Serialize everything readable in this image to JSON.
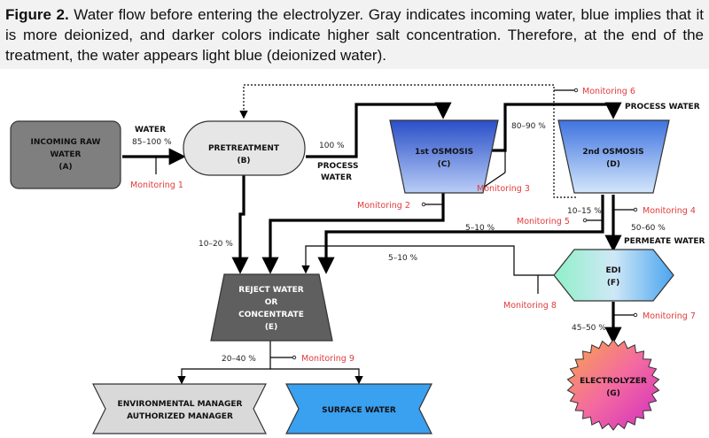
{
  "caption": {
    "label": "Figure 2.",
    "text": " Water flow before entering the electrolyzer. Gray indicates incoming water, blue implies that it is more deionized, and darker colors indicate higher salt concentration. Therefore, at the end of the treatment, the water appears light blue (deionized water)."
  },
  "nodes": {
    "a": {
      "line1": "INCOMING RAW",
      "line2": "WATER",
      "line3": "(A)"
    },
    "b": {
      "line1": "PRETREATMENT",
      "line2": "(B)"
    },
    "c": {
      "line1": "1st OSMOSIS",
      "line2": "(C)"
    },
    "d": {
      "line1": "2nd OSMOSIS",
      "line2": "(D)"
    },
    "e": {
      "line1": "REJECT WATER",
      "line2": "OR",
      "line3": "CONCENTRATE",
      "line4": "(E)"
    },
    "f": {
      "line1": "EDI",
      "line2": "(F)"
    },
    "g": {
      "line1": "ELECTROLYZER",
      "line2": "(G)"
    },
    "env": {
      "line1": "ENVIRONMENTAL MANAGER",
      "line2": "AUTHORIZED MANAGER"
    },
    "surface": {
      "line1": "SURFACE WATER"
    }
  },
  "labels": {
    "water": "WATER",
    "pct_a_b": "85–100 %",
    "pct_b_c": "100 %",
    "process_water_1": "PROCESS",
    "process_water_2": "WATER",
    "pct_c_d": "80–90 %",
    "process_water_top": "PROCESS WATER",
    "pct_b_e": "10–20 %",
    "pct_c_e": "5–10 %",
    "pct_d_e": "10–15 %",
    "pct_d_f": "50–60 %",
    "permeate_water": "PERMEATE WATER",
    "pct_f_e": "5–10 %",
    "pct_f_g": "45–50 %",
    "pct_e_out": "20–40 %"
  },
  "monitoring": {
    "m1": "Monitoring 1",
    "m2": "Monitoring 2",
    "m3": "Monitoring 3",
    "m4": "Monitoring 4",
    "m5": "Monitoring 5",
    "m6": "Monitoring 6",
    "m7": "Monitoring 7",
    "m8": "Monitoring 8",
    "m9": "Monitoring 9"
  },
  "colors": {
    "monitoring": "#e23b3b",
    "incoming": "#7f7f7f",
    "reject": "#5f5f5f",
    "surface": "#3aa0f0",
    "env": "#d9d9d9"
  }
}
